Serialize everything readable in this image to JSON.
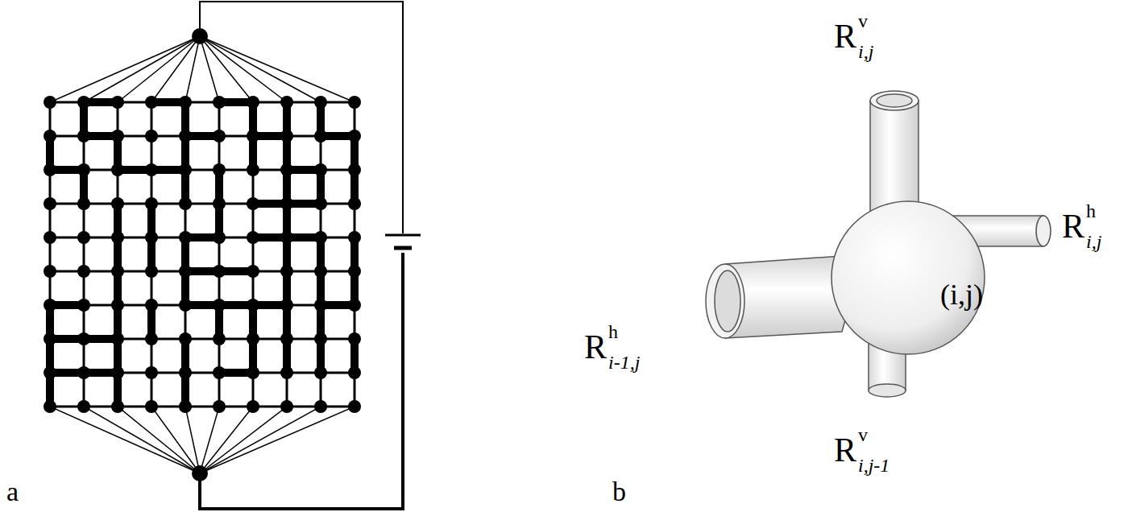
{
  "diagram": {
    "nodes": [
      {
        "text": [
          "(i,j)"
        ]
      }
    ],
    "labels": [
      "a",
      "b",
      "R",
      "v",
      "i,j",
      "R",
      "h",
      "i,j",
      "R",
      "h",
      "i-1,j",
      "R",
      "v",
      "i,j-1"
    ]
  }
}
